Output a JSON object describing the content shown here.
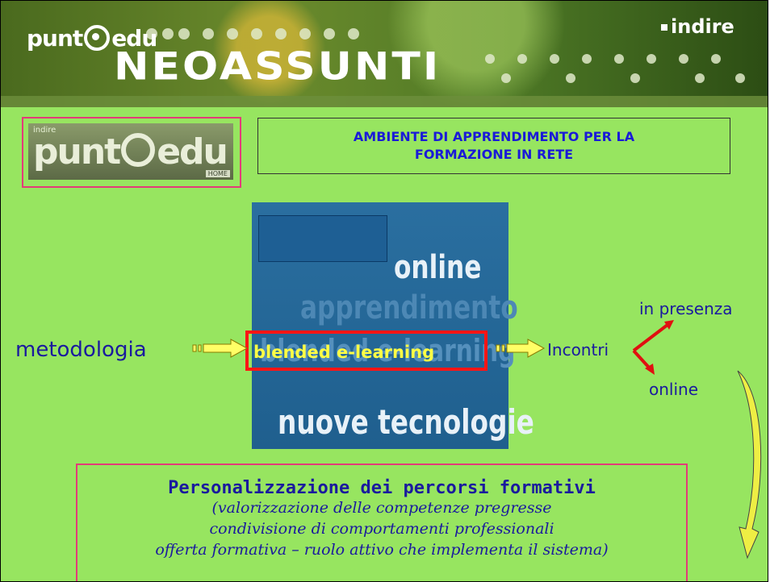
{
  "banner": {
    "brand_left": "punt",
    "brand_left_suffix": "edu",
    "title": "NEOASSUNTI",
    "brand_right": "indire"
  },
  "logo": {
    "small_text": "indire",
    "main_prefix": "punt",
    "main_suffix": "edu",
    "home_label": "HOME"
  },
  "title_box": {
    "text": "AMBIENTE DI APPRENDIMENTO PER LA FORMAZIONE IN RETE"
  },
  "diagram": {
    "left_label": "metodologia",
    "image_words": {
      "online": "online",
      "apprendimento": "apprendimento",
      "blended_bg": "blended e-learning",
      "nuove": "nuove tecnologie"
    },
    "center_label": "blended e-learning",
    "right_label": "Incontri",
    "branch_top": "in presenza",
    "branch_bottom": "online"
  },
  "bottom_box": {
    "title": "Personalizzazione dei percorsi formativi",
    "lines": [
      "(valorizzazione delle competenze pregresse",
      "condivisione di comportamenti professionali",
      "offerta formativa – ruolo attivo che implementa il sistema)"
    ]
  },
  "colors": {
    "background": "#97e560",
    "text_blue": "#1a1a9e",
    "accent_pink": "#e33b79",
    "highlight_red": "#ff1515",
    "highlight_yellow": "#ffff44",
    "image_blue": "#24689a"
  }
}
